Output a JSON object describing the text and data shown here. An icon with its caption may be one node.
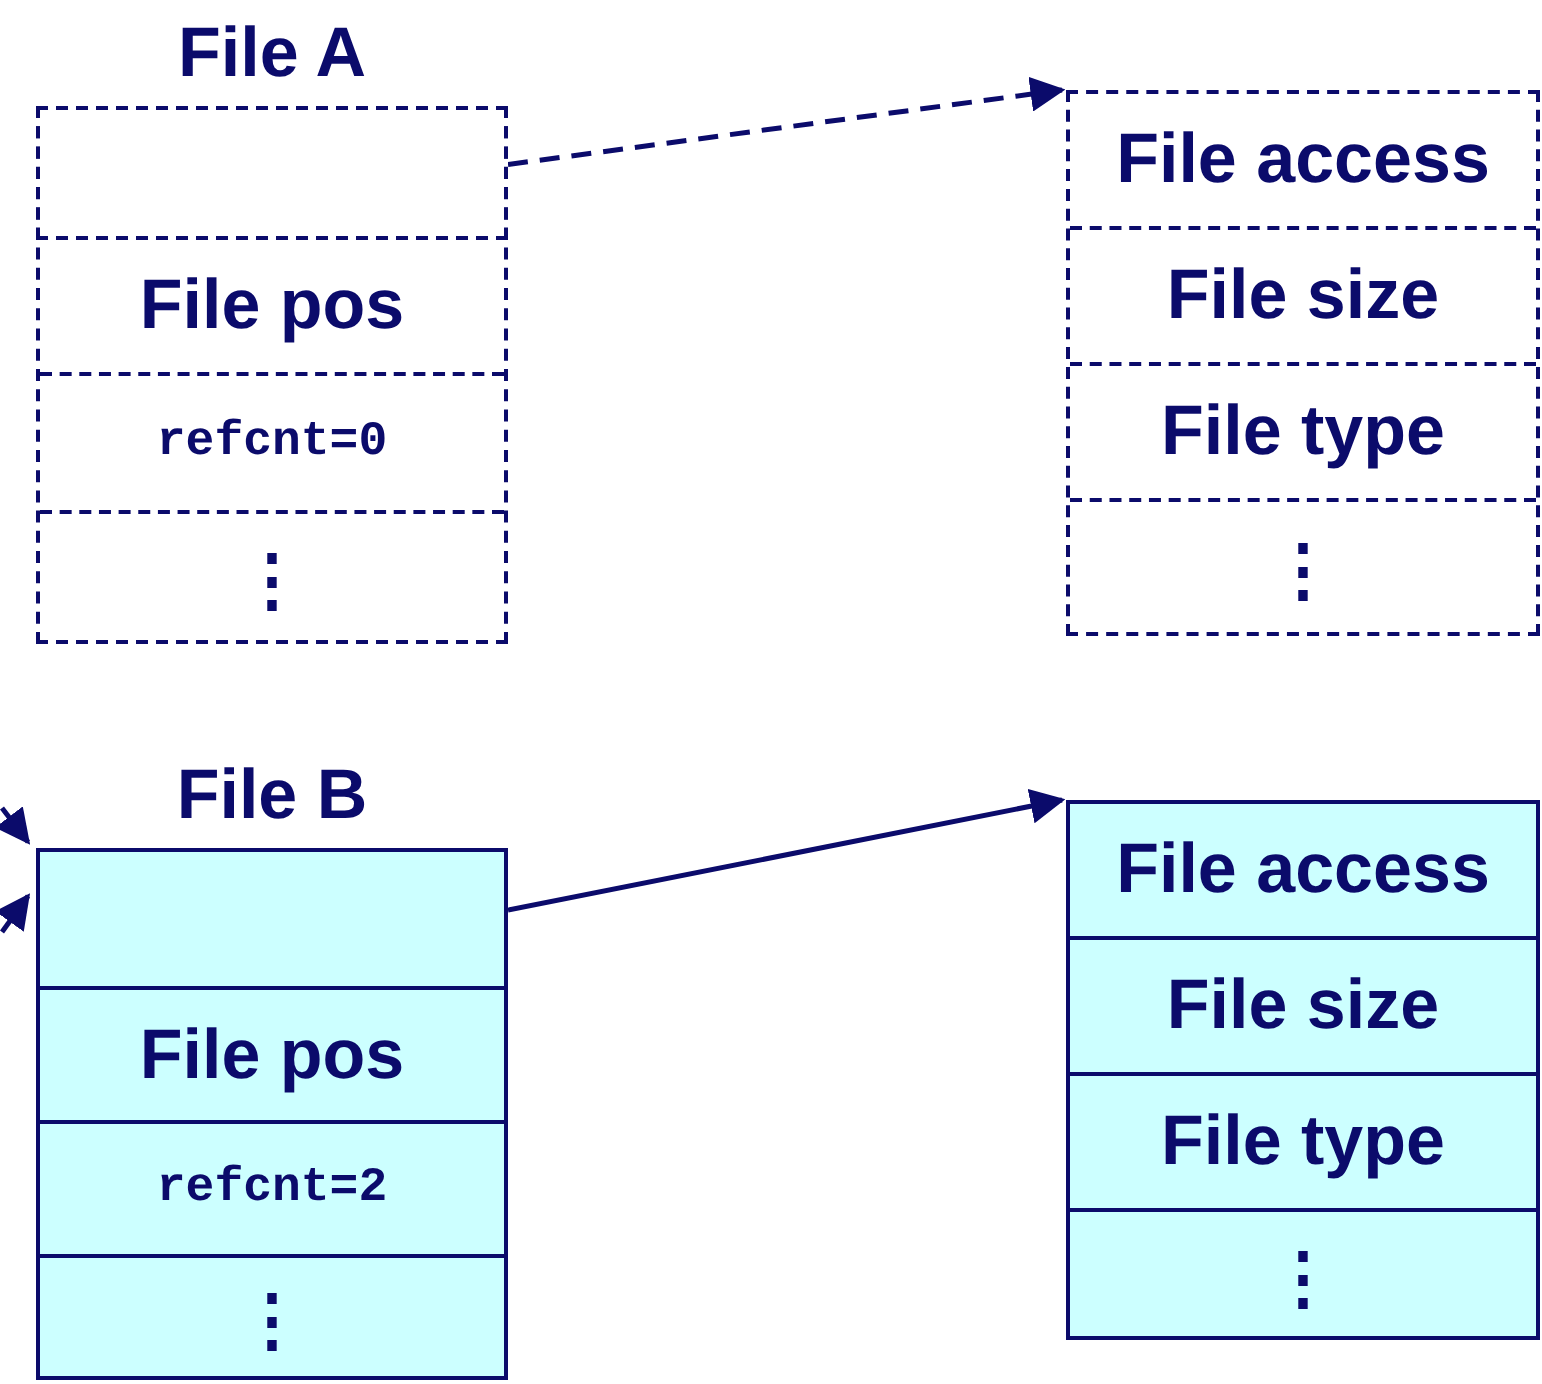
{
  "diagram": {
    "nodes": [
      {
        "text": [
          "File A"
        ]
      },
      {
        "text": [],
        "shape": "box",
        "in": 0
      },
      {
        "text": [
          "File pos"
        ],
        "in": 0
      },
      {
        "text": [
          "refcnt=0"
        ],
        "in": 0
      },
      {
        "text": [
          "⋮"
        ],
        "in": 0
      },
      {
        "text": [],
        "shape": "box"
      },
      {
        "text": [
          "File access"
        ],
        "in": 5
      },
      {
        "text": [
          "File size"
        ],
        "in": 5
      },
      {
        "text": [
          "File type"
        ],
        "in": 5
      },
      {
        "text": [
          "⋮"
        ],
        "in": 5
      },
      {
        "text": [
          "File B"
        ]
      },
      {
        "text": [],
        "shape": "box",
        "in": 10
      },
      {
        "text": [
          "File pos"
        ],
        "in": 10
      },
      {
        "text": [
          "refcnt=2"
        ],
        "in": 10
      },
      {
        "text": [
          "⋮"
        ],
        "in": 10
      },
      {
        "text": [],
        "shape": "box"
      },
      {
        "text": [
          "File access"
        ],
        "in": 15
      },
      {
        "text": [
          "File size"
        ],
        "in": 15
      },
      {
        "text": [
          "File type"
        ],
        "in": 15
      },
      {
        "text": [
          "⋮"
        ],
        "in": 15
      }
    ],
    "edges": [
      {
        "from": 1,
        "to": 5,
        "arrow": "to",
        "style": "dashed"
      },
      {
        "from": 11,
        "to": 15,
        "arrow": "to"
      },
      {
        "from": null,
        "to": 11,
        "arrow": "to"
      },
      {
        "from": null,
        "to": 11,
        "arrow": "to"
      }
    ]
  }
}
